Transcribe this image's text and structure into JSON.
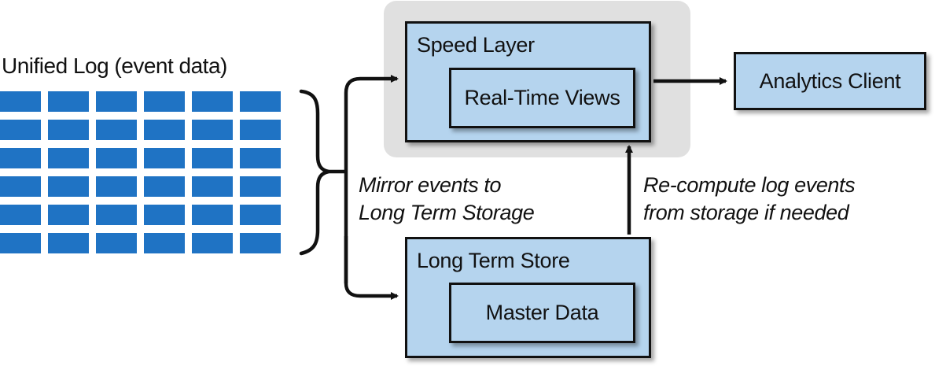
{
  "log": {
    "title": "Unified Log (event data)",
    "rows": 6,
    "cols": 6,
    "cell_color": "#1f73c4"
  },
  "speed_layer": {
    "label": "Speed Layer",
    "inner_label": "Real-Time Views"
  },
  "analytics_client": {
    "label": "Analytics Client"
  },
  "long_term_store": {
    "label": "Long Term Store",
    "inner_label": "Master Data"
  },
  "notes": {
    "mirror": [
      "Mirror events to",
      "Long Term Storage"
    ],
    "recompute": [
      "Re-compute log events",
      "from storage if needed"
    ]
  },
  "colors": {
    "box_fill": "#b5d4ee",
    "speed_background": "#e0e0e0",
    "stroke": "#111111"
  },
  "icons": [
    "curly-brace-icon",
    "arrow-right-icon",
    "arrow-up-icon"
  ]
}
